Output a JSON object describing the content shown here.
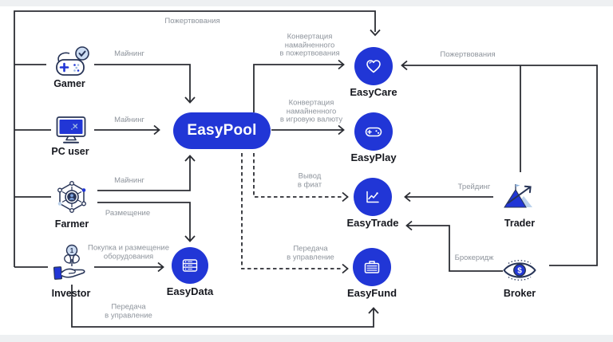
{
  "palette": {
    "accent_blue": "#2136d6",
    "line_color": "#2b2d33",
    "flow_label_gray": "#8e949c",
    "text_dark": "#16181f",
    "light_blue": "#bcd2ec"
  },
  "personas": [
    {
      "label": "Gamer",
      "icon": "gamepad-check-icon"
    },
    {
      "label": "PC user",
      "icon": "monitor-icon"
    },
    {
      "label": "Farmer",
      "icon": "mining-farm-icon"
    },
    {
      "label": "Investor",
      "icon": "hand-sprout-coin-icon"
    },
    {
      "label": "Trader",
      "icon": "mountain-arrow-icon"
    },
    {
      "label": "Broker",
      "icon": "eye-dollar-icon"
    }
  ],
  "services": [
    {
      "label": "EasyPool",
      "icon": null
    },
    {
      "label": "EasyCare",
      "icon": "heart-icon"
    },
    {
      "label": "EasyPlay",
      "icon": "gamepad-icon"
    },
    {
      "label": "EasyTrade",
      "icon": "line-chart-icon"
    },
    {
      "label": "EasyFund",
      "icon": "briefcase-icon"
    },
    {
      "label": "EasyData",
      "icon": "server-icon"
    }
  ],
  "flows": {
    "donations_top": "Пожертвования",
    "mining_gamer": "Майнинг",
    "mining_pc": "Майнинг",
    "mining_farmer": "Майнинг",
    "placement": "Размещение",
    "purchase": "Покупка и размещение\nоборудования",
    "investor_transfer": "Передача\nв управление",
    "convert_donations": "Конвертация\nнамайненного\nв пожертвования",
    "convert_game": "Конвертация\nнамайненного\nв игровую валюту",
    "fiat_withdraw": "Вывод\nв фиат",
    "pool_transfer": "Передача\nв управление",
    "donations_right": "Пожертвования",
    "trading": "Трейдинг",
    "brokerage": "Брокеридж"
  },
  "icons": {
    "coin_value": "1",
    "broker_symbol": "$"
  }
}
